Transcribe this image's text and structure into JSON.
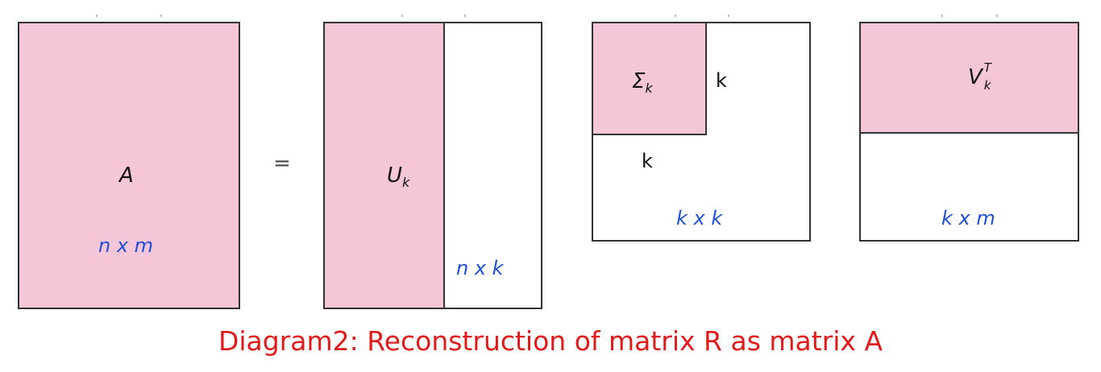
{
  "matrices": {
    "a": {
      "symbol": "A",
      "dims": "n x m"
    },
    "equals": "=",
    "u": {
      "symbol": "U",
      "subscript": "k",
      "dims": "n x k"
    },
    "sigma": {
      "symbol": "Σ",
      "subscript": "k",
      "row_label": "k",
      "col_label": "k",
      "dims": "k x k"
    },
    "v": {
      "symbol": "V",
      "subscript": "k",
      "superscript": "T",
      "dims": "k x m"
    }
  },
  "caption": "Diagram2: Reconstruction of matrix R as matrix A",
  "colors": {
    "fill": "#f5c6d8",
    "border": "#333333",
    "dims_text": "#1f4fd6",
    "caption": "#e01b1b"
  }
}
